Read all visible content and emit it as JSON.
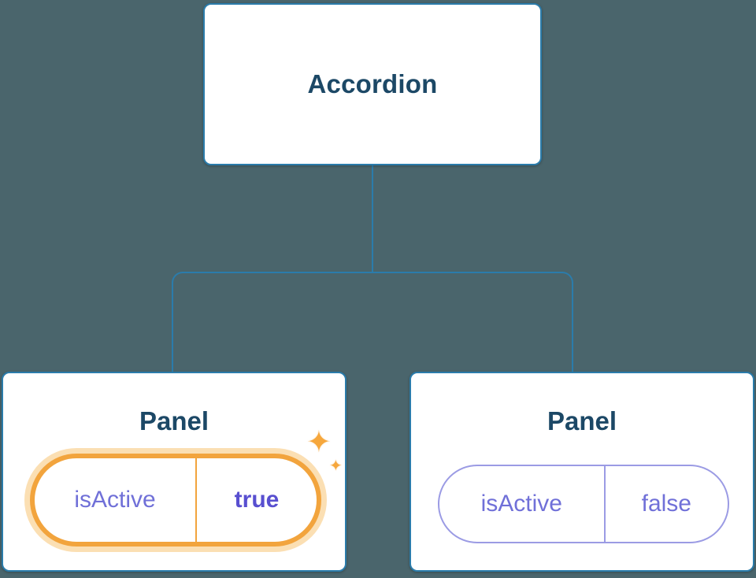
{
  "diagram": {
    "root": {
      "label": "Accordion"
    },
    "panels": [
      {
        "title": "Panel",
        "state_key": "isActive",
        "state_value": "true",
        "highlighted": true
      },
      {
        "title": "Panel",
        "state_key": "isActive",
        "state_value": "false",
        "highlighted": false
      }
    ]
  },
  "icons": {
    "sparkle": "✦"
  },
  "colors": {
    "background": "#4a656c",
    "connector_blue": "#2b7cab",
    "node_fill": "#ffffff",
    "title_text": "#1c4866",
    "state_purple": "#7070d8",
    "state_value_purple": "#584fd0",
    "highlight_orange": "#f2a43d",
    "highlight_glow": "#f9c981"
  }
}
